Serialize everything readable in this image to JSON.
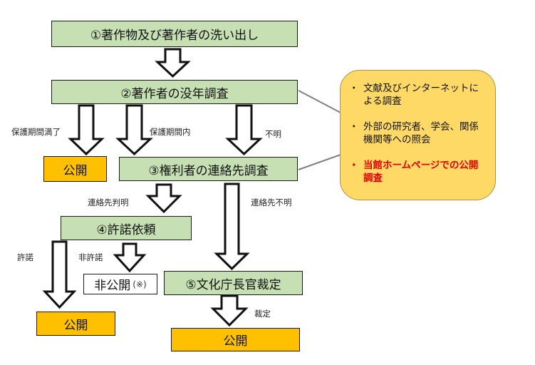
{
  "steps": {
    "step1": "①著作物及び著作者の洗い出し",
    "step2": "②著作者の没年調査",
    "step3": "③権利者の連絡先調査",
    "step4": "④許諾依頼",
    "step5": "⑤文化庁長官裁定"
  },
  "outcomes": {
    "publish": "公開",
    "not_publish": "非公開",
    "not_publish_note": "(※)"
  },
  "edge_labels": {
    "expired": "保護期間満了",
    "within": "保護期間内",
    "unknown": "不明",
    "contact_found": "連絡先判明",
    "contact_unknown": "連絡先不明",
    "permitted": "許諾",
    "not_permitted": "非許諾",
    "ruling": "裁定"
  },
  "callout": {
    "items": [
      "文献及びインターネットによる調査",
      "外部の研究者、学会、関係機関等への照会",
      "当館ホームページでの公開調査"
    ]
  },
  "colors": {
    "step_fill": "#c6e0b4",
    "publish_fill": "#ffc000",
    "callout_fill": "#ffd966",
    "highlight_text": "#e60000"
  }
}
